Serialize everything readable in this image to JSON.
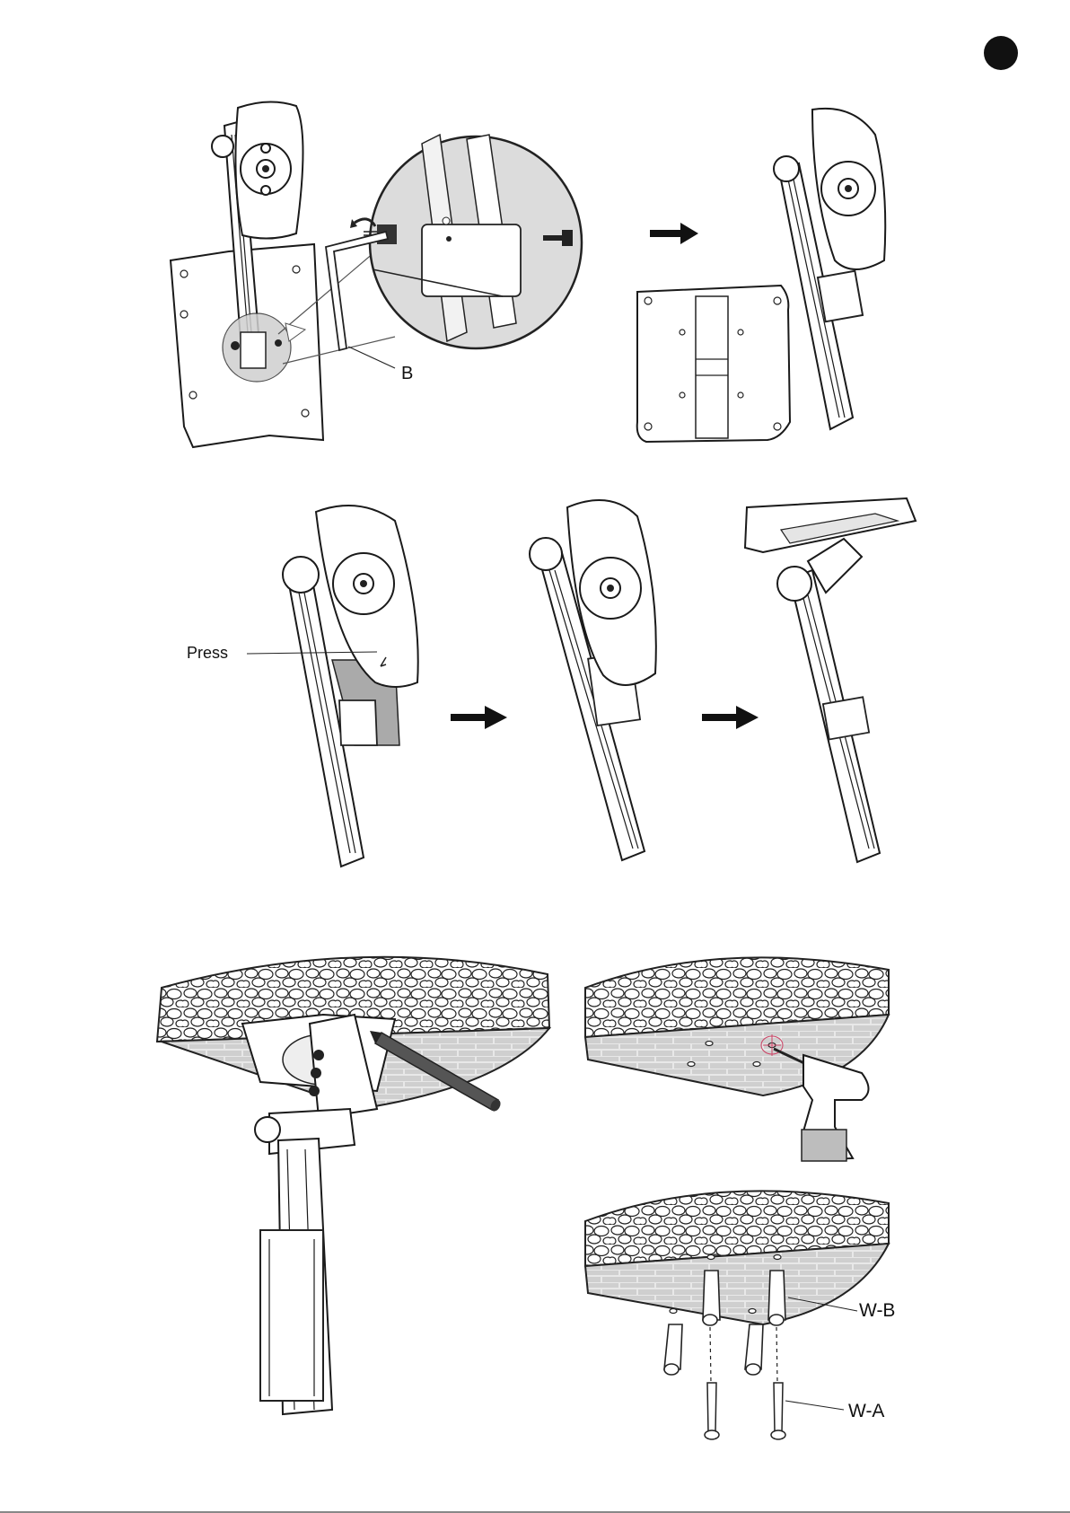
{
  "page": {
    "step_badge_color": "#111111"
  },
  "labels": {
    "allen_key": "B",
    "press": "Press",
    "wall_plug": "W-B",
    "screw": "W-A"
  },
  "icons": [
    "arrow-right-icon",
    "allen-key-icon",
    "pencil-icon",
    "drill-icon",
    "wall-plug-icon",
    "screw-icon"
  ]
}
